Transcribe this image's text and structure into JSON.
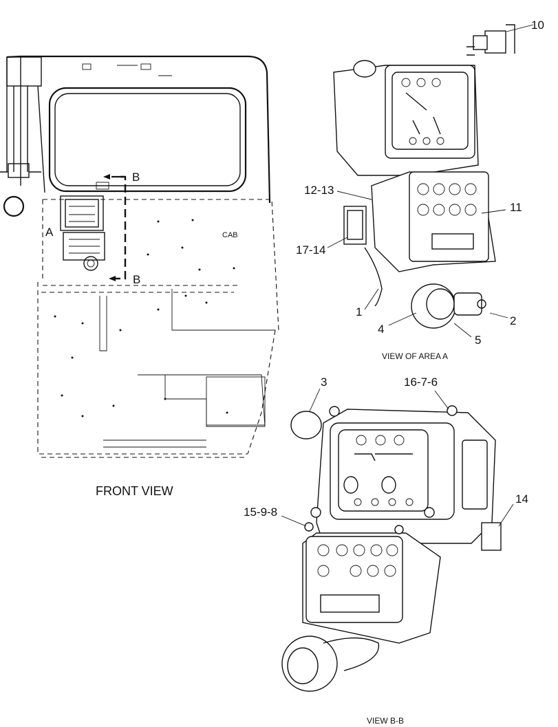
{
  "front_view": {
    "caption": "FRONT VIEW",
    "cab_label": "CAB",
    "area_marker": "A",
    "section_marker_top": "B",
    "section_marker_bottom": "B"
  },
  "view_area_a": {
    "caption": "VIEW OF AREA  A",
    "callouts": [
      "10",
      "12-13",
      "11",
      "17-14",
      "1",
      "2",
      "4",
      "5"
    ]
  },
  "view_b_b": {
    "caption": "VIEW B-B",
    "callouts": [
      "3",
      "16-7-6",
      "14",
      "15-9-8"
    ]
  }
}
